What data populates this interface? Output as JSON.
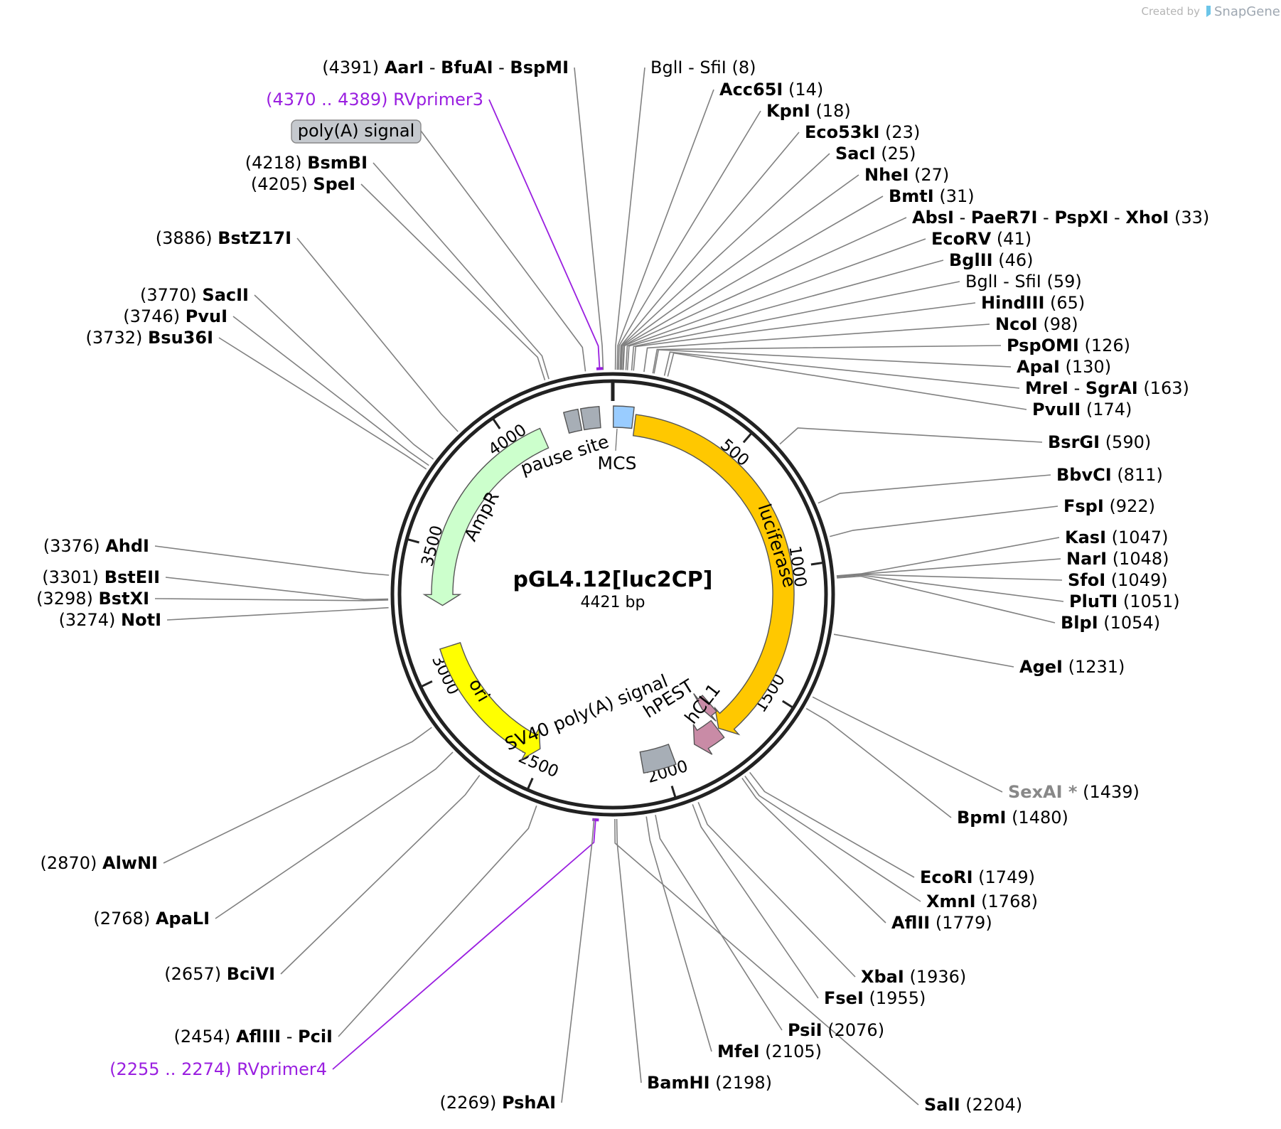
{
  "credit": {
    "prefix": "Created by",
    "brand": "SnapGene"
  },
  "plasmid": {
    "name": "pGL4.12[luc2CP]",
    "size_label": "4421 bp",
    "length": 4421
  },
  "ticks": [
    {
      "pos": 500,
      "label": "500"
    },
    {
      "pos": 1000,
      "label": "1000"
    },
    {
      "pos": 1500,
      "label": "1500"
    },
    {
      "pos": 2000,
      "label": "2000"
    },
    {
      "pos": 2500,
      "label": "2500"
    },
    {
      "pos": 3000,
      "label": "3000"
    },
    {
      "pos": 3500,
      "label": "3500"
    },
    {
      "pos": 4000,
      "label": "4000"
    }
  ],
  "features": [
    {
      "name": "luciferase",
      "label": "luciferase",
      "start": 90,
      "end": 1740,
      "dir": 1,
      "color": "#ffc800"
    },
    {
      "name": "hpest",
      "label": "hPEST",
      "start": 1745,
      "end": 1860,
      "dir": 1,
      "color": "#c98ba6"
    },
    {
      "name": "hcl1",
      "label": "hCL1",
      "start": 1700,
      "end": 1745,
      "dir": 1,
      "color": "#c98ba6"
    },
    {
      "name": "sv40-polya",
      "label": "SV40 poly(A) signal",
      "start": 1960,
      "end": 2090,
      "dir": 0,
      "color": "#a7aeb6"
    },
    {
      "name": "ori",
      "label": "ori",
      "start": 2520,
      "end": 3100,
      "dir": -1,
      "color": "#ffff00"
    },
    {
      "name": "ampr",
      "label": "AmpR",
      "start": 3270,
      "end": 4130,
      "dir": -1,
      "color": "#ccffcc"
    },
    {
      "name": "pause-site",
      "label": "pause site",
      "start": 4235,
      "end": 4290,
      "dir": 0,
      "color": "#a7aeb6"
    },
    {
      "name": "polya-signal",
      "label": "poly(A) signal",
      "start": 4300,
      "end": 4370,
      "dir": 0,
      "color": "#a7aeb6"
    },
    {
      "name": "mcs",
      "label": "MCS",
      "start": 2,
      "end": 80,
      "dir": 0,
      "color": "#99ccff"
    }
  ],
  "sites": [
    {
      "pos": "(4391)",
      "names": [
        "AarI",
        "BfuAI",
        "BspMI"
      ],
      "cut": 4391,
      "style": "bold",
      "side": "left"
    },
    {
      "pos": "(4370 .. 4389)",
      "names": [
        "RVprimer3"
      ],
      "cut": 4380,
      "style": "primer",
      "side": "left"
    },
    {
      "pos": "",
      "names": [
        "poly(A) signal"
      ],
      "cut": 4335,
      "style": "box",
      "side": "left"
    },
    {
      "pos": "(4218)",
      "names": [
        "BsmBI"
      ],
      "cut": 4218,
      "style": "bold",
      "side": "left"
    },
    {
      "pos": "(4205)",
      "names": [
        "SpeI"
      ],
      "cut": 4205,
      "style": "bold",
      "side": "left"
    },
    {
      "pos": "(3886)",
      "names": [
        "BstZ17I"
      ],
      "cut": 3886,
      "style": "bold",
      "side": "left"
    },
    {
      "pos": "(3770)",
      "names": [
        "SacII"
      ],
      "cut": 3770,
      "style": "bold",
      "side": "left"
    },
    {
      "pos": "(3746)",
      "names": [
        "PvuI"
      ],
      "cut": 3746,
      "style": "bold",
      "side": "left"
    },
    {
      "pos": "(3732)",
      "names": [
        "Bsu36I"
      ],
      "cut": 3732,
      "style": "bold",
      "side": "left"
    },
    {
      "pos": "(3376)",
      "names": [
        "AhdI"
      ],
      "cut": 3376,
      "style": "bold",
      "side": "left"
    },
    {
      "pos": "(3301)",
      "names": [
        "BstEII"
      ],
      "cut": 3301,
      "style": "bold",
      "side": "left"
    },
    {
      "pos": "(3298)",
      "names": [
        "BstXI"
      ],
      "cut": 3298,
      "style": "bold",
      "side": "left"
    },
    {
      "pos": "(3274)",
      "names": [
        "NotI"
      ],
      "cut": 3274,
      "style": "bold",
      "side": "left"
    },
    {
      "pos": "(2870)",
      "names": [
        "AlwNI"
      ],
      "cut": 2870,
      "style": "bold",
      "side": "left"
    },
    {
      "pos": "(2768)",
      "names": [
        "ApaLI"
      ],
      "cut": 2768,
      "style": "bold",
      "side": "left"
    },
    {
      "pos": "(2657)",
      "names": [
        "BciVI"
      ],
      "cut": 2657,
      "style": "bold",
      "side": "left"
    },
    {
      "pos": "(2454)",
      "names": [
        "AflIII",
        "PciI"
      ],
      "cut": 2454,
      "style": "bold",
      "side": "left"
    },
    {
      "pos": "(2255 .. 2274)",
      "names": [
        "RVprimer4"
      ],
      "cut": 2264,
      "style": "primer",
      "side": "left"
    },
    {
      "pos": "(2269)",
      "names": [
        "PshAI"
      ],
      "cut": 2269,
      "style": "bold",
      "side": "left"
    },
    {
      "pos": "(8)",
      "names": [
        "BglI",
        "SfiI"
      ],
      "cut": 8,
      "style": "light",
      "side": "right"
    },
    {
      "pos": "(14)",
      "names": [
        "Acc65I"
      ],
      "cut": 14,
      "style": "bold",
      "side": "right"
    },
    {
      "pos": "(18)",
      "names": [
        "KpnI"
      ],
      "cut": 18,
      "style": "bold",
      "side": "right"
    },
    {
      "pos": "(23)",
      "names": [
        "Eco53kI"
      ],
      "cut": 23,
      "style": "bold",
      "side": "right"
    },
    {
      "pos": "(25)",
      "names": [
        "SacI"
      ],
      "cut": 25,
      "style": "bold",
      "side": "right"
    },
    {
      "pos": "(27)",
      "names": [
        "NheI"
      ],
      "cut": 27,
      "style": "bold",
      "side": "right"
    },
    {
      "pos": "(31)",
      "names": [
        "BmtI"
      ],
      "cut": 31,
      "style": "bold",
      "side": "right"
    },
    {
      "pos": "(33)",
      "names": [
        "AbsI",
        "PaeR7I",
        "PspXI",
        "XhoI"
      ],
      "cut": 33,
      "style": "bold",
      "side": "right"
    },
    {
      "pos": "(41)",
      "names": [
        "EcoRV"
      ],
      "cut": 41,
      "style": "bold",
      "side": "right"
    },
    {
      "pos": "(46)",
      "names": [
        "BglII"
      ],
      "cut": 46,
      "style": "bold",
      "side": "right"
    },
    {
      "pos": "(59)",
      "names": [
        "BglI",
        "SfiI"
      ],
      "cut": 59,
      "style": "light",
      "side": "right"
    },
    {
      "pos": "(65)",
      "names": [
        "HindIII"
      ],
      "cut": 65,
      "style": "bold",
      "side": "right"
    },
    {
      "pos": "(98)",
      "names": [
        "NcoI"
      ],
      "cut": 98,
      "style": "bold",
      "side": "right"
    },
    {
      "pos": "(126)",
      "names": [
        "PspOMI"
      ],
      "cut": 126,
      "style": "bold",
      "side": "right"
    },
    {
      "pos": "(130)",
      "names": [
        "ApaI"
      ],
      "cut": 130,
      "style": "bold",
      "side": "right"
    },
    {
      "pos": "(163)",
      "names": [
        "MreI",
        "SgrAI"
      ],
      "cut": 163,
      "style": "bold",
      "side": "right"
    },
    {
      "pos": "(174)",
      "names": [
        "PvuII"
      ],
      "cut": 174,
      "style": "bold",
      "side": "right"
    },
    {
      "pos": "(590)",
      "names": [
        "BsrGI"
      ],
      "cut": 590,
      "style": "bold",
      "side": "right"
    },
    {
      "pos": "(811)",
      "names": [
        "BbvCI"
      ],
      "cut": 811,
      "style": "bold",
      "side": "right"
    },
    {
      "pos": "(922)",
      "names": [
        "FspI"
      ],
      "cut": 922,
      "style": "bold",
      "side": "right"
    },
    {
      "pos": "(1047)",
      "names": [
        "KasI"
      ],
      "cut": 1047,
      "style": "bold",
      "side": "right"
    },
    {
      "pos": "(1048)",
      "names": [
        "NarI"
      ],
      "cut": 1048,
      "style": "bold",
      "side": "right"
    },
    {
      "pos": "(1049)",
      "names": [
        "SfoI"
      ],
      "cut": 1049,
      "style": "bold",
      "side": "right"
    },
    {
      "pos": "(1051)",
      "names": [
        "PluTI"
      ],
      "cut": 1051,
      "style": "bold",
      "side": "right"
    },
    {
      "pos": "(1054)",
      "names": [
        "BlpI"
      ],
      "cut": 1054,
      "style": "bold",
      "side": "right"
    },
    {
      "pos": "(1231)",
      "names": [
        "AgeI"
      ],
      "cut": 1231,
      "style": "bold",
      "side": "right"
    },
    {
      "pos": "(1439)",
      "names": [
        "SexAI *"
      ],
      "cut": 1439,
      "style": "gray",
      "side": "right"
    },
    {
      "pos": "(1480)",
      "names": [
        "BpmI"
      ],
      "cut": 1480,
      "style": "bold",
      "side": "right"
    },
    {
      "pos": "(1749)",
      "names": [
        "EcoRI"
      ],
      "cut": 1749,
      "style": "bold",
      "side": "right"
    },
    {
      "pos": "(1768)",
      "names": [
        "XmnI"
      ],
      "cut": 1768,
      "style": "bold",
      "side": "right"
    },
    {
      "pos": "(1779)",
      "names": [
        "AflII"
      ],
      "cut": 1779,
      "style": "bold",
      "side": "right"
    },
    {
      "pos": "(1936)",
      "names": [
        "XbaI"
      ],
      "cut": 1936,
      "style": "bold",
      "side": "right"
    },
    {
      "pos": "(1955)",
      "names": [
        "FseI"
      ],
      "cut": 1955,
      "style": "bold",
      "side": "right"
    },
    {
      "pos": "(2076)",
      "names": [
        "PsiI"
      ],
      "cut": 2076,
      "style": "bold",
      "side": "right"
    },
    {
      "pos": "(2105)",
      "names": [
        "MfeI"
      ],
      "cut": 2105,
      "style": "bold",
      "side": "right"
    },
    {
      "pos": "(2198)",
      "names": [
        "BamHI"
      ],
      "cut": 2198,
      "style": "bold",
      "side": "right"
    },
    {
      "pos": "(2204)",
      "names": [
        "SalI"
      ],
      "cut": 2204,
      "style": "bold",
      "side": "right"
    }
  ]
}
